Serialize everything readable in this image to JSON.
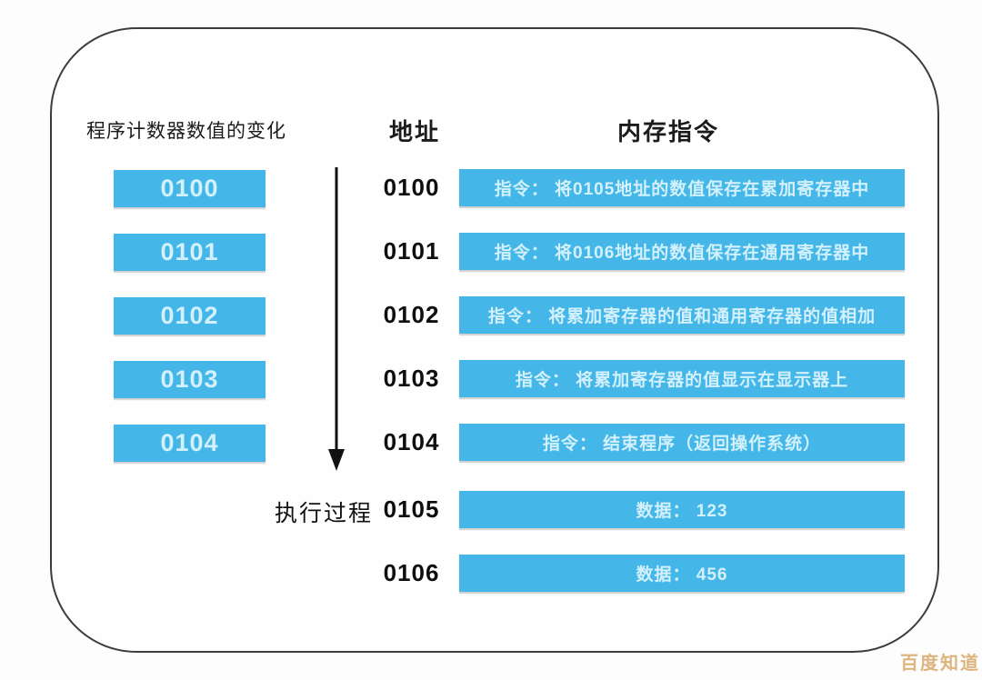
{
  "diagram": {
    "title_left": "程序计数器数值的变化",
    "address_header": "地址",
    "instruction_header": "内存指令",
    "exec_label": "执行过程",
    "pc_values": [
      "0100",
      "0101",
      "0102",
      "0103",
      "0104"
    ],
    "memory_rows": [
      {
        "address": "0100",
        "content": "指令： 将0105地址的数值保存在累加寄存器中"
      },
      {
        "address": "0101",
        "content": "指令： 将0106地址的数值保存在通用寄存器中"
      },
      {
        "address": "0102",
        "content": "指令： 将累加寄存器的值和通用寄存器的值相加"
      },
      {
        "address": "0103",
        "content": "指令： 将累加寄存器的值显示在显示器上"
      },
      {
        "address": "0104",
        "content": "指令： 结束程序（返回操作系统）"
      },
      {
        "address": "0105",
        "content": "数据： 123"
      },
      {
        "address": "0106",
        "content": "数据： 456"
      }
    ],
    "watermark": "百度知道",
    "colors": {
      "bar_blue": "#45b6e8",
      "bar_text": "#d2f1fc",
      "frame_border": "#3c3c3c",
      "watermark": "#d8a869",
      "arrow": "#111111"
    }
  }
}
